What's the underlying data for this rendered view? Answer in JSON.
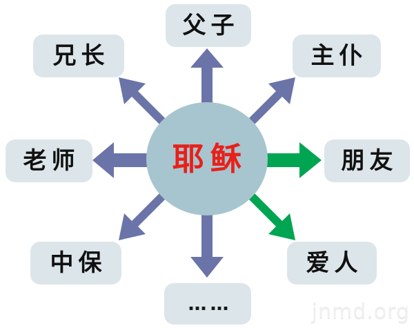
{
  "diagram": {
    "type": "radial-hub-and-spoke",
    "center": {
      "label": "耶稣",
      "text_color": "#e8201a",
      "fill_color": "#a7c5ce",
      "shape": "circle"
    },
    "node_fill_color": "#dce5ea",
    "node_text_color": "#111111",
    "arrow_colors": {
      "blue": "#6b74a8",
      "green": "#00a551"
    },
    "nodes": [
      {
        "id": "top",
        "label": "父子",
        "direction": "up",
        "arrow_color": "#6b74a8"
      },
      {
        "id": "top-left",
        "label": "兄长",
        "direction": "up-left",
        "arrow_color": "#6b74a8"
      },
      {
        "id": "top-right",
        "label": "主仆",
        "direction": "up-right",
        "arrow_color": "#6b74a8"
      },
      {
        "id": "left",
        "label": "老师",
        "direction": "left",
        "arrow_color": "#6b74a8"
      },
      {
        "id": "right",
        "label": "朋友",
        "direction": "right",
        "arrow_color": "#00a551"
      },
      {
        "id": "bottom-left",
        "label": "中保",
        "direction": "down-left",
        "arrow_color": "#6b74a8"
      },
      {
        "id": "bottom-right",
        "label": "爱人",
        "direction": "down-right",
        "arrow_color": "#00a551"
      },
      {
        "id": "bottom",
        "label": "……",
        "direction": "down",
        "arrow_color": "#6b74a8"
      }
    ]
  },
  "watermark": {
    "text": "jnmd.org"
  }
}
